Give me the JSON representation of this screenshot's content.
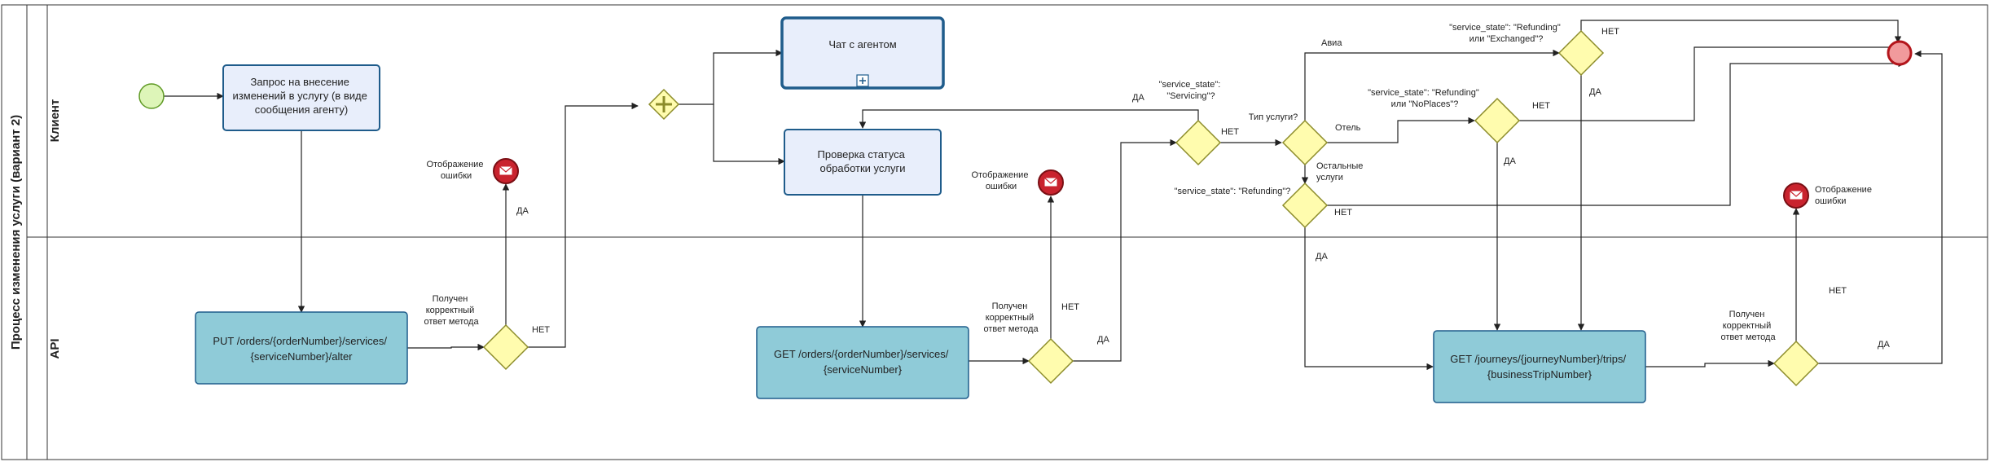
{
  "pool": {
    "title": "Процесс изменения услуги (вариант 2)"
  },
  "lanes": {
    "client": "Клиент",
    "api": "API"
  },
  "tasks": {
    "request": [
      "Запрос на внесение",
      "изменений в услугу (в виде",
      "сообщения агенту)"
    ],
    "chat": "Чат с агентом",
    "check_status": [
      "Проверка статуса",
      "обработки услуги"
    ],
    "put_alter": [
      "PUT /orders/{orderNumber}/services/",
      "{serviceNumber}/alter"
    ],
    "get_service": [
      "GET /orders/{orderNumber}/services/",
      "{serviceNumber}"
    ],
    "get_trip": [
      "GET /journeys/{journeyNumber}/trips/",
      "{businessTripNumber}"
    ]
  },
  "gateways": {
    "correct_response": [
      "Получен",
      "корректный",
      "ответ метода"
    ],
    "servicing": [
      "\"service_state\":",
      "\"Servicing\"?"
    ],
    "service_type": "Тип услуги?",
    "refunding": "\"service_state\": \"Refunding\"?",
    "refunding_exchanged": [
      "\"service_state\": \"Refunding\"",
      "или \"Exchanged\"?"
    ],
    "refunding_noplaces": [
      "\"service_state\": \"Refunding\"",
      "или \"NoPlaces\"?"
    ]
  },
  "events": {
    "error_display": [
      "Отображение",
      "ошибки"
    ]
  },
  "flow_labels": {
    "yes": "ДА",
    "no": "НЕТ",
    "avia": "Авиа",
    "hotel": "Отель",
    "other": [
      "Остальные",
      "услуги"
    ]
  },
  "colors": {
    "task_client_fill": "#E8EEFB",
    "task_client_stroke": "#1F5C8B",
    "task_api_fill": "#8FCBD8",
    "gateway_fill": "#FFFCAE",
    "gateway_stroke": "#8C8C2A",
    "start_fill": "#DDF5B8",
    "start_stroke": "#5F9A25",
    "end_fill": "#F19A9C",
    "end_stroke": "#B3151B",
    "message_event_fill": "#C9232E"
  }
}
